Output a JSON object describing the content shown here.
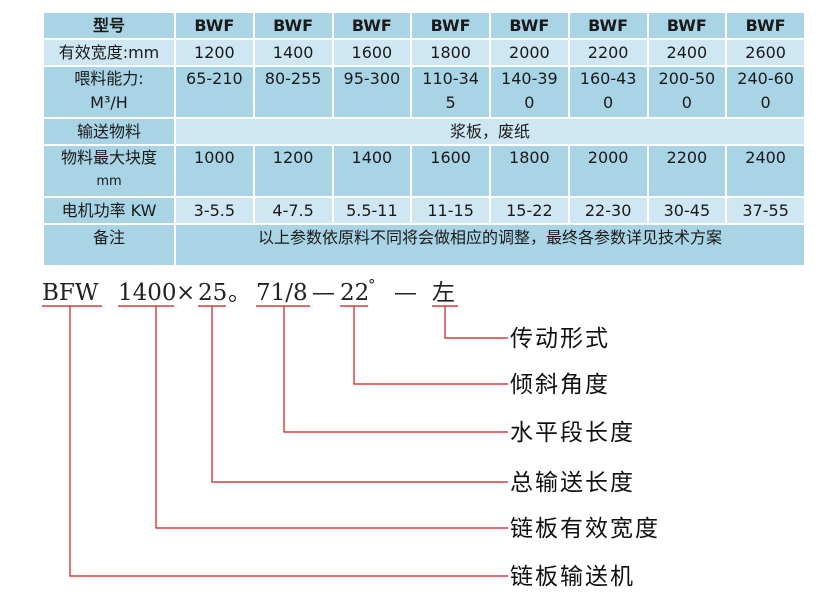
{
  "table": {
    "header": {
      "label": "型号",
      "cols": [
        "BWF",
        "BWF",
        "BWF",
        "BWF",
        "BWF",
        "BWF",
        "BWF",
        "BWF"
      ]
    },
    "width": {
      "label": "有效宽度:mm",
      "cols": [
        "1200",
        "1400",
        "1600",
        "1800",
        "2000",
        "2200",
        "2400",
        "2600"
      ]
    },
    "capacity": {
      "label_line1": "喂料能力:",
      "label_line2": "M³/H",
      "cols": [
        [
          "65-210",
          ""
        ],
        [
          "80-255",
          ""
        ],
        [
          "95-300",
          ""
        ],
        [
          "110-34",
          "5"
        ],
        [
          "140-39",
          "0"
        ],
        [
          "160-43",
          "0"
        ],
        [
          "200-50",
          "0"
        ],
        [
          "240-60",
          "0"
        ]
      ]
    },
    "material": {
      "label": "输送物料",
      "value": "浆板，废纸"
    },
    "max_block": {
      "label_line1": "物料最大块度",
      "label_line2": "mm",
      "cols": [
        "1000",
        "1200",
        "1400",
        "1600",
        "1800",
        "2000",
        "2200",
        "2400"
      ]
    },
    "power": {
      "label": "电机功率 KW",
      "cols": [
        "3-5.5",
        "4-7.5",
        "5.5-11",
        "11-15",
        "15-22",
        "22-30",
        "30-45",
        "37-55"
      ]
    },
    "remarks": {
      "label": "备注",
      "value": "以上参数依原料不同将会做相应的调整，最终各参数详见技术方案"
    }
  },
  "diagram": {
    "code": {
      "p1": "BFW",
      "p2": "1400",
      "p3": "×",
      "p4": "25",
      "p5": "。",
      "p6": "71/8",
      "p7": "—",
      "p8": "22",
      "p9": "°",
      "p10": "—",
      "p11": "左"
    },
    "legend": [
      "传动形式",
      "倾斜角度",
      "水平段长度",
      "总输送长度",
      "链板有效宽度",
      "链板输送机"
    ],
    "accent": "#d83a3a"
  }
}
